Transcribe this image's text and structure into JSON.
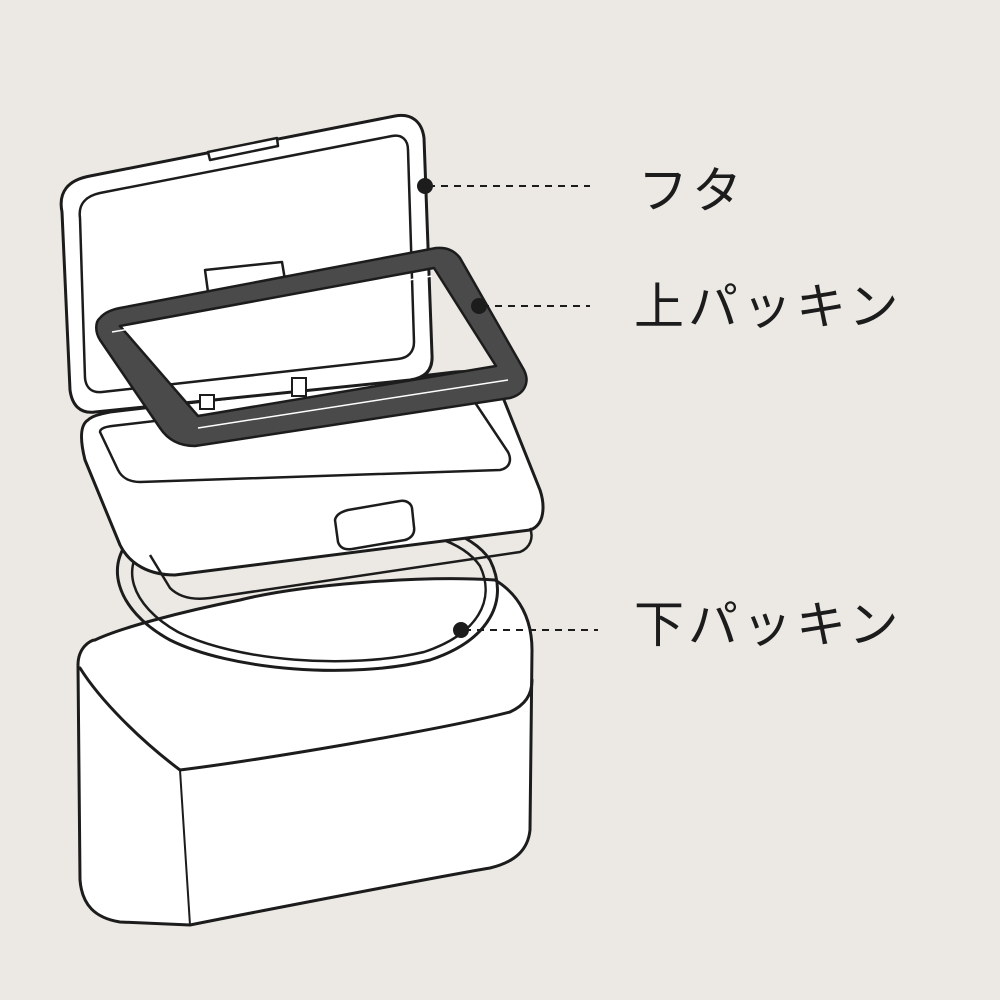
{
  "labels": {
    "lid": "フタ",
    "upper_gasket": "上パッキン",
    "lower_gasket": "下パッキン"
  },
  "colors": {
    "background": "#ece9e4",
    "line": "#1c1c1c",
    "part_fill": "#ffffff",
    "gasket": "#4a4a4a"
  }
}
